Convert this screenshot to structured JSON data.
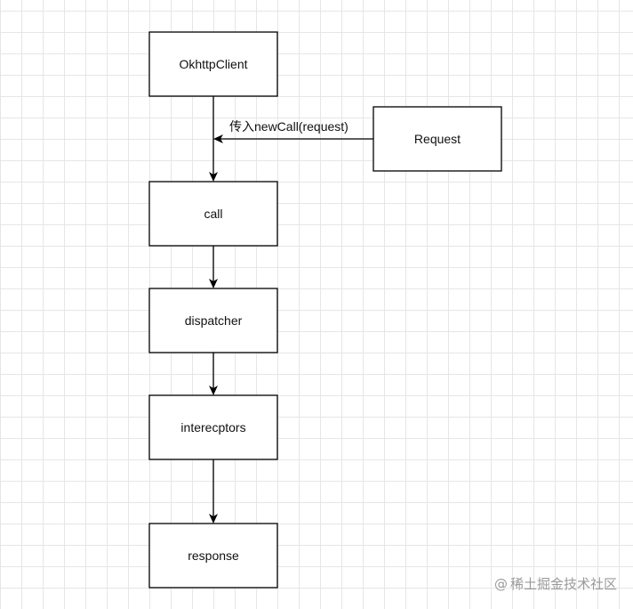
{
  "diagram": {
    "nodes": {
      "okhttp_client": "OkhttpClient",
      "request": "Request",
      "call": "call",
      "dispatcher": "dispatcher",
      "interceptors": "interecptors",
      "response": "response"
    },
    "edges": {
      "request_to_call_label": "传入newCall(request)"
    }
  },
  "watermark": {
    "icon": "at-icon",
    "text": "稀土掘金技术社区"
  }
}
